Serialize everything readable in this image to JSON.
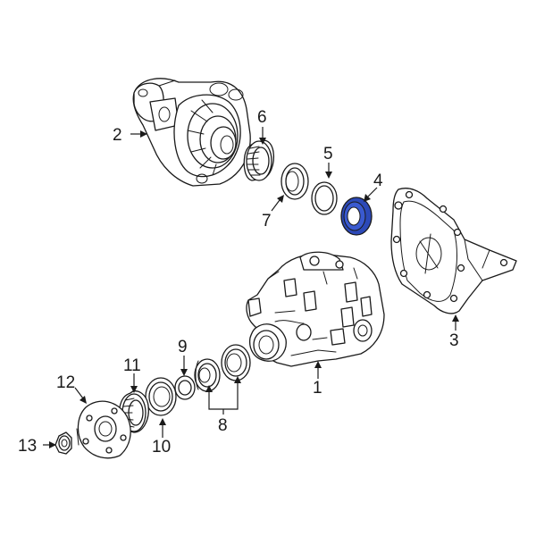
{
  "colors": {
    "line": "#1a1a1a",
    "background": "#ffffff",
    "highlight": "#2c49b8"
  },
  "callouts": [
    {
      "id": "1",
      "text": "1"
    },
    {
      "id": "2",
      "text": "2"
    },
    {
      "id": "3",
      "text": "3"
    },
    {
      "id": "4",
      "text": "4"
    },
    {
      "id": "5",
      "text": "5"
    },
    {
      "id": "6",
      "text": "6"
    },
    {
      "id": "7",
      "text": "7"
    },
    {
      "id": "8",
      "text": "8"
    },
    {
      "id": "9",
      "text": "9"
    },
    {
      "id": "10",
      "text": "10"
    },
    {
      "id": "11",
      "text": "11"
    },
    {
      "id": "12",
      "text": "12"
    },
    {
      "id": "13",
      "text": "13"
    }
  ],
  "highlighted_part": "4"
}
